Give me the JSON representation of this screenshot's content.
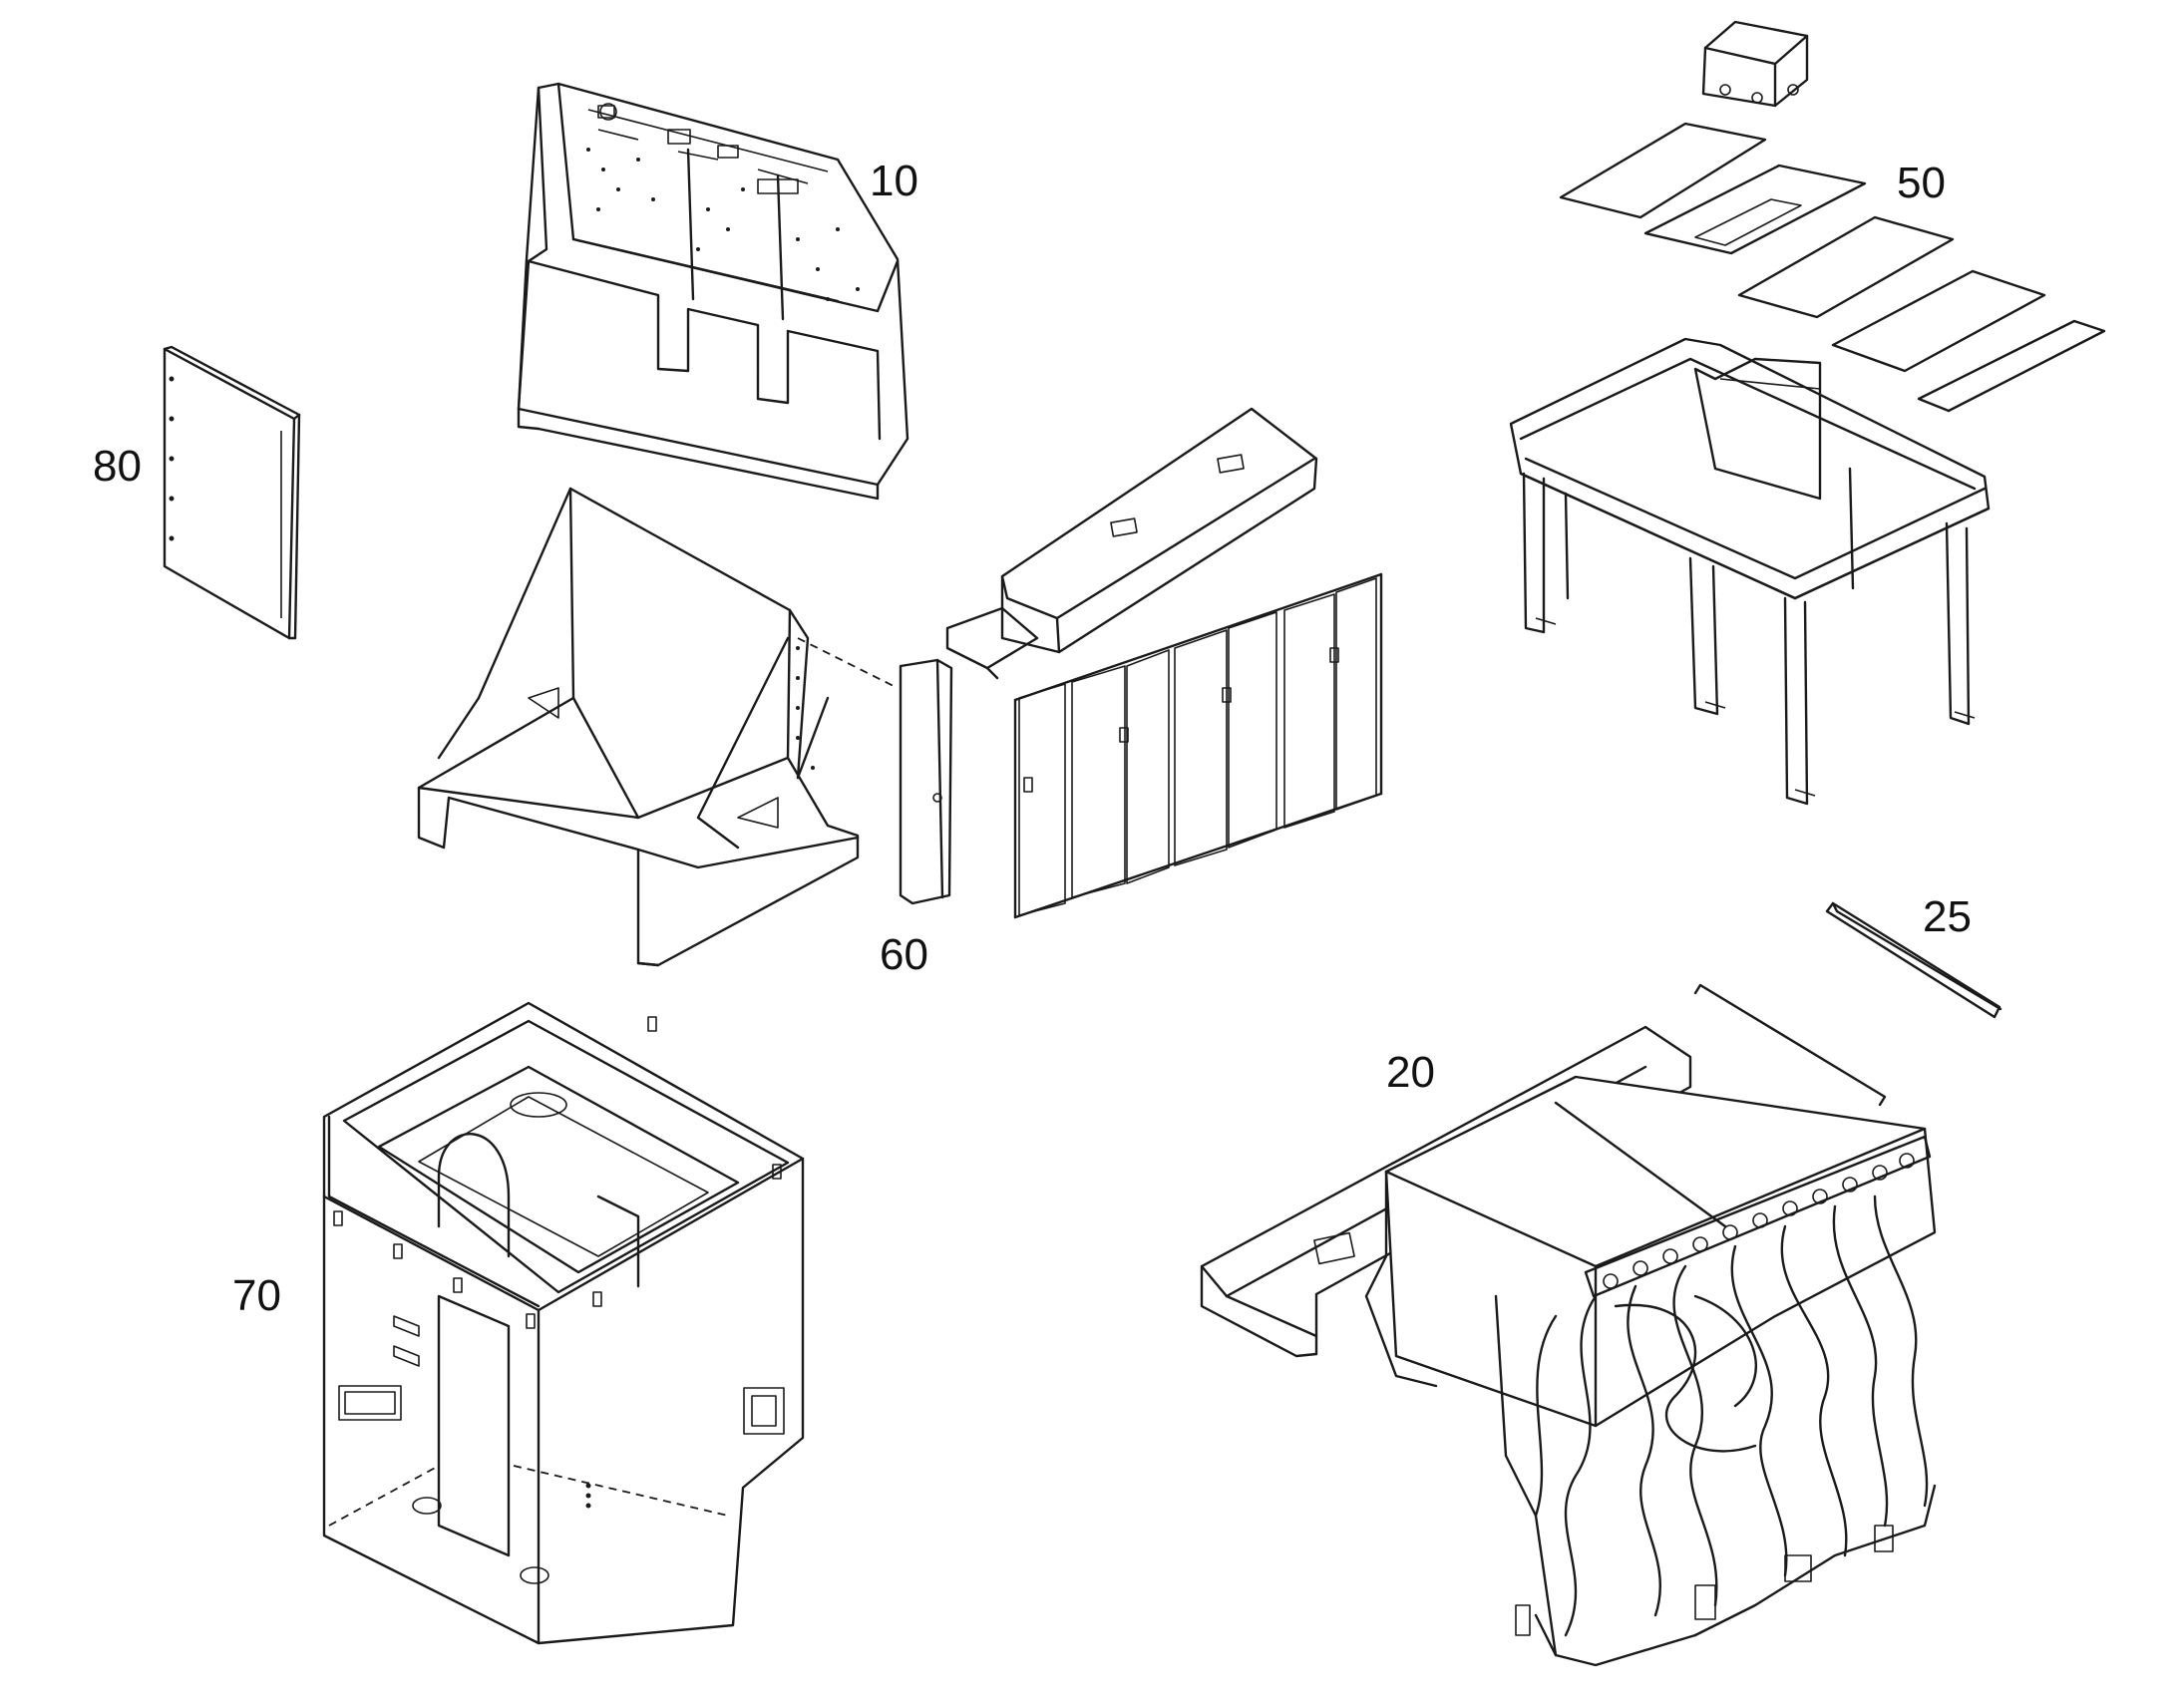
{
  "colors": {
    "line": "#1a1a1a",
    "background": "#ffffff",
    "label": "#111111"
  },
  "callouts": {
    "c10": "10",
    "c50": "50",
    "c80": "80",
    "c60": "60",
    "c25": "25",
    "c20": "20",
    "c70": "70"
  }
}
